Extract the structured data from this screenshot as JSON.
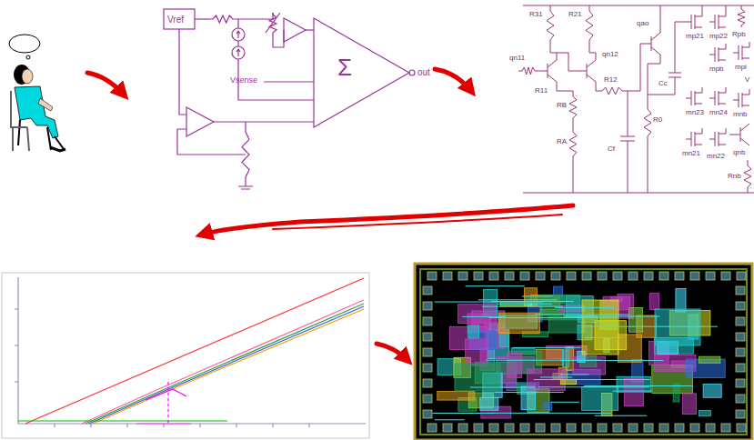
{
  "diagram": {
    "labels": [
      "Vref",
      "Vsense",
      "Σ",
      "out",
      "R31",
      "R21",
      "qao",
      "mp21",
      "mp22",
      "Rpb",
      "qn11",
      "qn12",
      "R11",
      "R12",
      "RB",
      "RA",
      "Cf",
      "R0",
      "Cc",
      "mpb",
      "mpi",
      "V",
      "mn23",
      "mn24",
      "mnb",
      "mn21",
      "mn22",
      "qnb",
      "Rnb"
    ]
  }
}
